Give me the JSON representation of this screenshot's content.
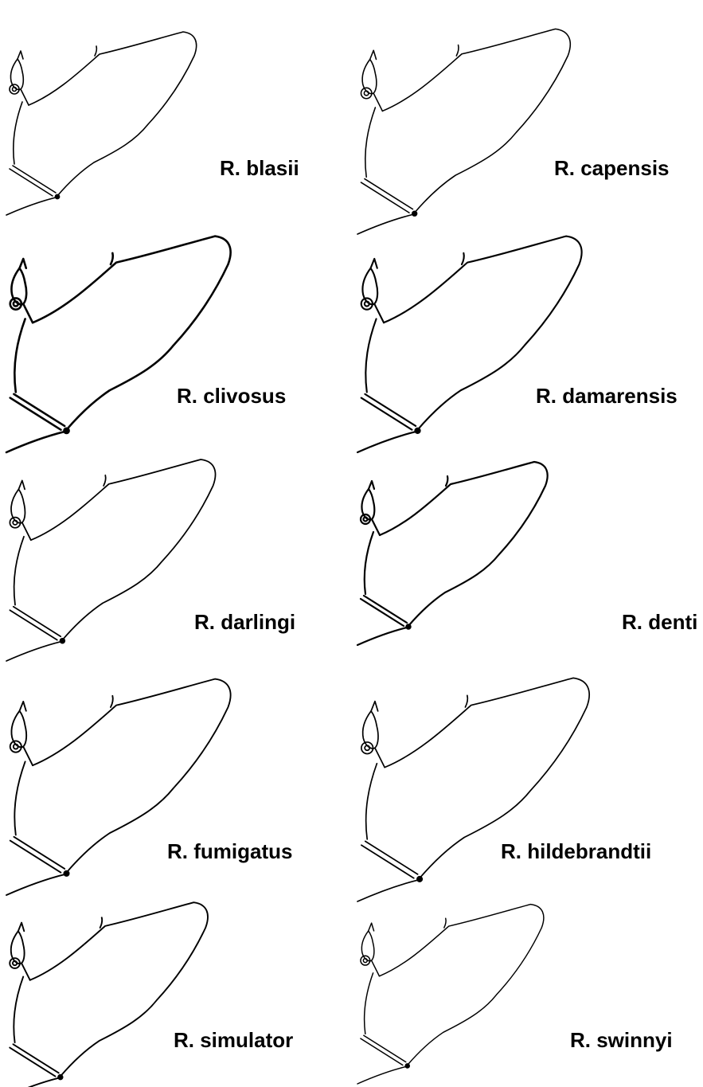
{
  "figure": {
    "ink_color": "#000000",
    "background_color": "#ffffff",
    "panels": [
      {
        "label": "R. blasii",
        "icon": "bat-wing-outline-icon"
      },
      {
        "label": "R. capensis",
        "icon": "bat-wing-outline-icon"
      },
      {
        "label": "R. clivosus",
        "icon": "bat-wing-outline-icon"
      },
      {
        "label": "R. damarensis",
        "icon": "bat-wing-outline-icon"
      },
      {
        "label": "R. darlingi",
        "icon": "bat-wing-outline-icon"
      },
      {
        "label": "R. denti",
        "icon": "bat-wing-outline-icon"
      },
      {
        "label": "R. fumigatus",
        "icon": "bat-wing-outline-icon"
      },
      {
        "label": "R. hildebrandtii",
        "icon": "bat-wing-outline-icon"
      },
      {
        "label": "R. simulator",
        "icon": "bat-wing-outline-icon"
      },
      {
        "label": "R. swinnyi",
        "icon": "bat-wing-outline-icon"
      }
    ]
  }
}
